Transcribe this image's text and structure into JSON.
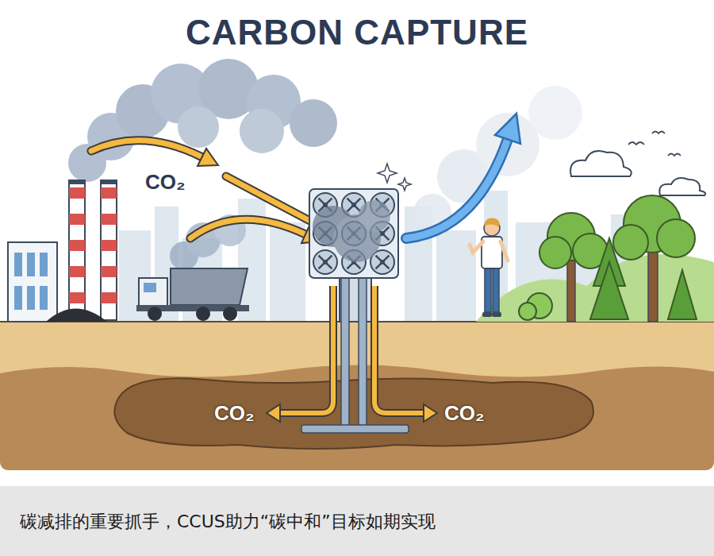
{
  "diagram": {
    "title": "CARBON CAPTURE",
    "caption": "碳减排的重要抓手，CCUS助力“碳中和”目标如期实现",
    "labels": [
      "CO₂",
      "CO₂",
      "CO₂"
    ]
  }
}
